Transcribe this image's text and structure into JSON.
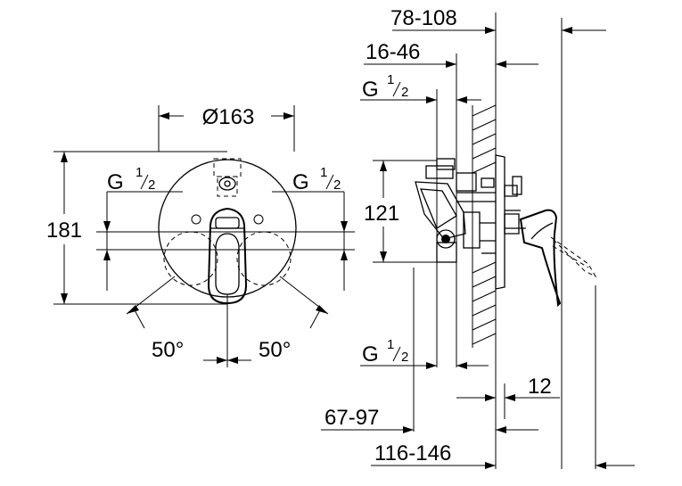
{
  "front_view": {
    "diameter_label": "Ø163",
    "height_label": "181",
    "thread_left": {
      "main": "G",
      "num": "1",
      "den": "2"
    },
    "thread_right": {
      "main": "G",
      "num": "1",
      "den": "2"
    },
    "angle_left": "50°",
    "angle_right": "50°"
  },
  "side_view": {
    "top_depth_1": "78-108",
    "top_depth_2": "16-46",
    "thread_top": {
      "main": "G",
      "num": "1",
      "den": "2"
    },
    "height_label": "121",
    "thread_bottom": {
      "main": "G",
      "num": "1",
      "den": "2"
    },
    "plate_label": "12",
    "bottom_depth_1": "67-97",
    "bottom_depth_2": "116-146"
  }
}
